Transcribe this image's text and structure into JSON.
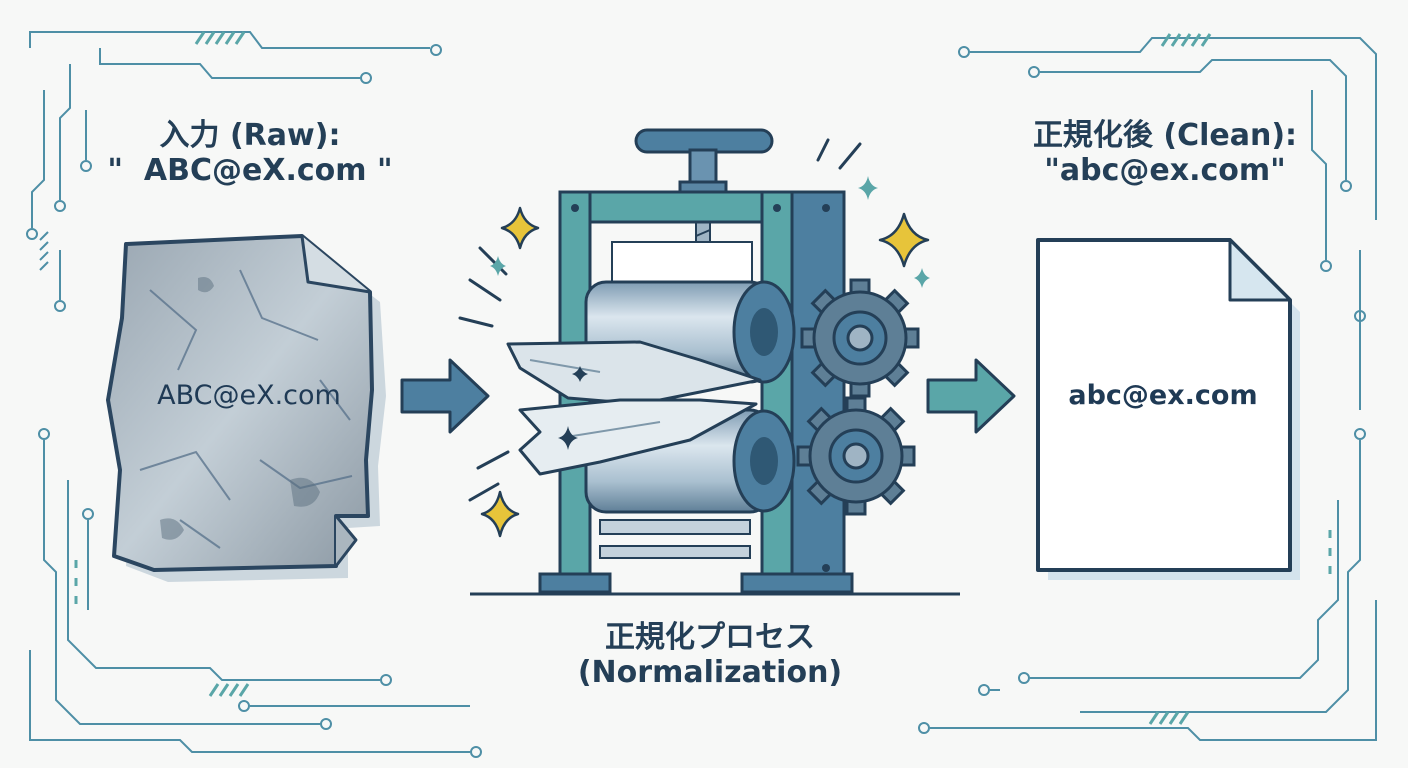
{
  "input": {
    "title": "入力 (Raw):",
    "value": "\"  ABC@eX.com \"",
    "document_text": "ABC@eX.com"
  },
  "output": {
    "title": "正規化後 (Clean):",
    "value": "\"abc@ex.com\"",
    "document_text": "abc@ex.com"
  },
  "process": {
    "title": "正規化プロセス",
    "subtitle": "(Normalization)"
  },
  "colors": {
    "ink": "#243f57",
    "teal": "#5aa6a8",
    "steel": "#4d7fa0",
    "circuit": "#4e8fa6",
    "sparkle": "#e7c43a"
  },
  "icons": [
    "crumpled-paper-icon",
    "arrow-right-icon",
    "roller-press-icon",
    "gear-icon",
    "sparkle-icon",
    "clean-document-icon"
  ]
}
